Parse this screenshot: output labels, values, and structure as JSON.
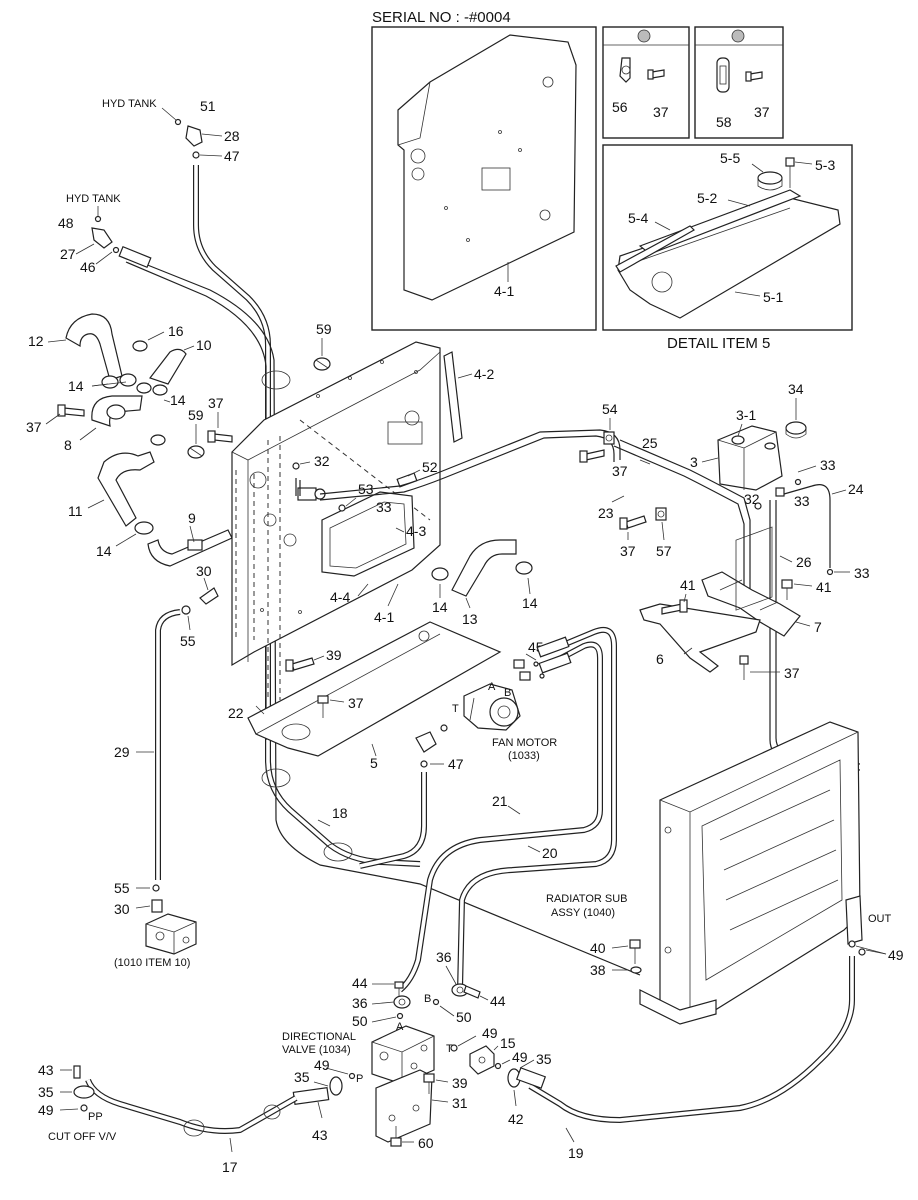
{
  "header": {
    "serial": "SERIAL NO : -#0004"
  },
  "detail": {
    "title": "DETAIL ITEM 5"
  },
  "labels": {
    "hyd_tank_1": "HYD TANK",
    "hyd_tank_2": "HYD TANK",
    "fan_motor": "FAN MOTOR",
    "fan_motor_ref": "(1033)",
    "radiator": "RADIATOR SUB",
    "radiator_ref": "ASSY (1040)",
    "item10": "(1010 ITEM 10)",
    "directional": "DIRECTIONAL",
    "directional_ref": "VALVE (1034)",
    "cutoff": "CUT OFF V/V",
    "port_pp": "PP",
    "port_out": "OUT",
    "port_a1": "A",
    "port_b1": "B",
    "port_t1": "T",
    "port_a2": "A",
    "port_b2": "B",
    "port_t2": "T",
    "port_p": "P"
  },
  "callouts": {
    "c51": "51",
    "c28": "28",
    "c47a": "47",
    "c48": "48",
    "c27": "27",
    "c46": "46",
    "c12": "12",
    "c16": "16",
    "c10": "10",
    "c14a": "14",
    "c14b": "14",
    "c37a": "37",
    "c8": "8",
    "c37b": "37",
    "c59a": "59",
    "c59b": "59",
    "c32a": "32",
    "c52": "52",
    "c53": "53",
    "c33a": "33",
    "c4_2": "4-2",
    "c4_3": "4-3",
    "c4_4": "4-4",
    "c4_1a": "4-1",
    "c4_1b": "4-1",
    "c11": "11",
    "c9": "9",
    "c14c": "14",
    "c30a": "30",
    "c55a": "55",
    "c39a": "39",
    "c13": "13",
    "c14d": "14",
    "c14e": "14",
    "c22": "22",
    "c37c": "37",
    "c5": "5",
    "c45": "45",
    "c47b": "47",
    "c29": "29",
    "c18": "18",
    "c21": "21",
    "c20": "20",
    "c54": "54",
    "c25": "25",
    "c37d": "37",
    "c23": "23",
    "c37e": "37",
    "c57": "57",
    "c3_1": "3-1",
    "c34": "34",
    "c3": "3",
    "c33b": "33",
    "c32b": "32",
    "c33c": "33",
    "c24": "24",
    "c26": "26",
    "c33d": "33",
    "c41a": "41",
    "c41b": "41",
    "c7": "7",
    "c6": "6",
    "c37f": "37",
    "c33e": "33",
    "c56": "56",
    "c37g": "37",
    "c58": "58",
    "c37h": "37",
    "c5_5": "5-5",
    "c5_3": "5-3",
    "c5_2": "5-2",
    "c5_4": "5-4",
    "c5_1": "5-1",
    "c55b": "55",
    "c30b": "30",
    "c40": "40",
    "c38": "38",
    "c49a": "49",
    "c44a": "44",
    "c36a": "36",
    "c36b": "36",
    "c44b": "44",
    "c50a": "50",
    "c50b": "50",
    "c49b": "49",
    "c15": "15",
    "c49c": "49",
    "c35a": "35",
    "c49d": "49",
    "c35b": "35",
    "c39b": "39",
    "c31": "31",
    "c60": "60",
    "c43a": "43",
    "c35c": "35",
    "c49e": "49",
    "c43b": "43",
    "c42": "42",
    "c17": "17",
    "c19": "19"
  }
}
